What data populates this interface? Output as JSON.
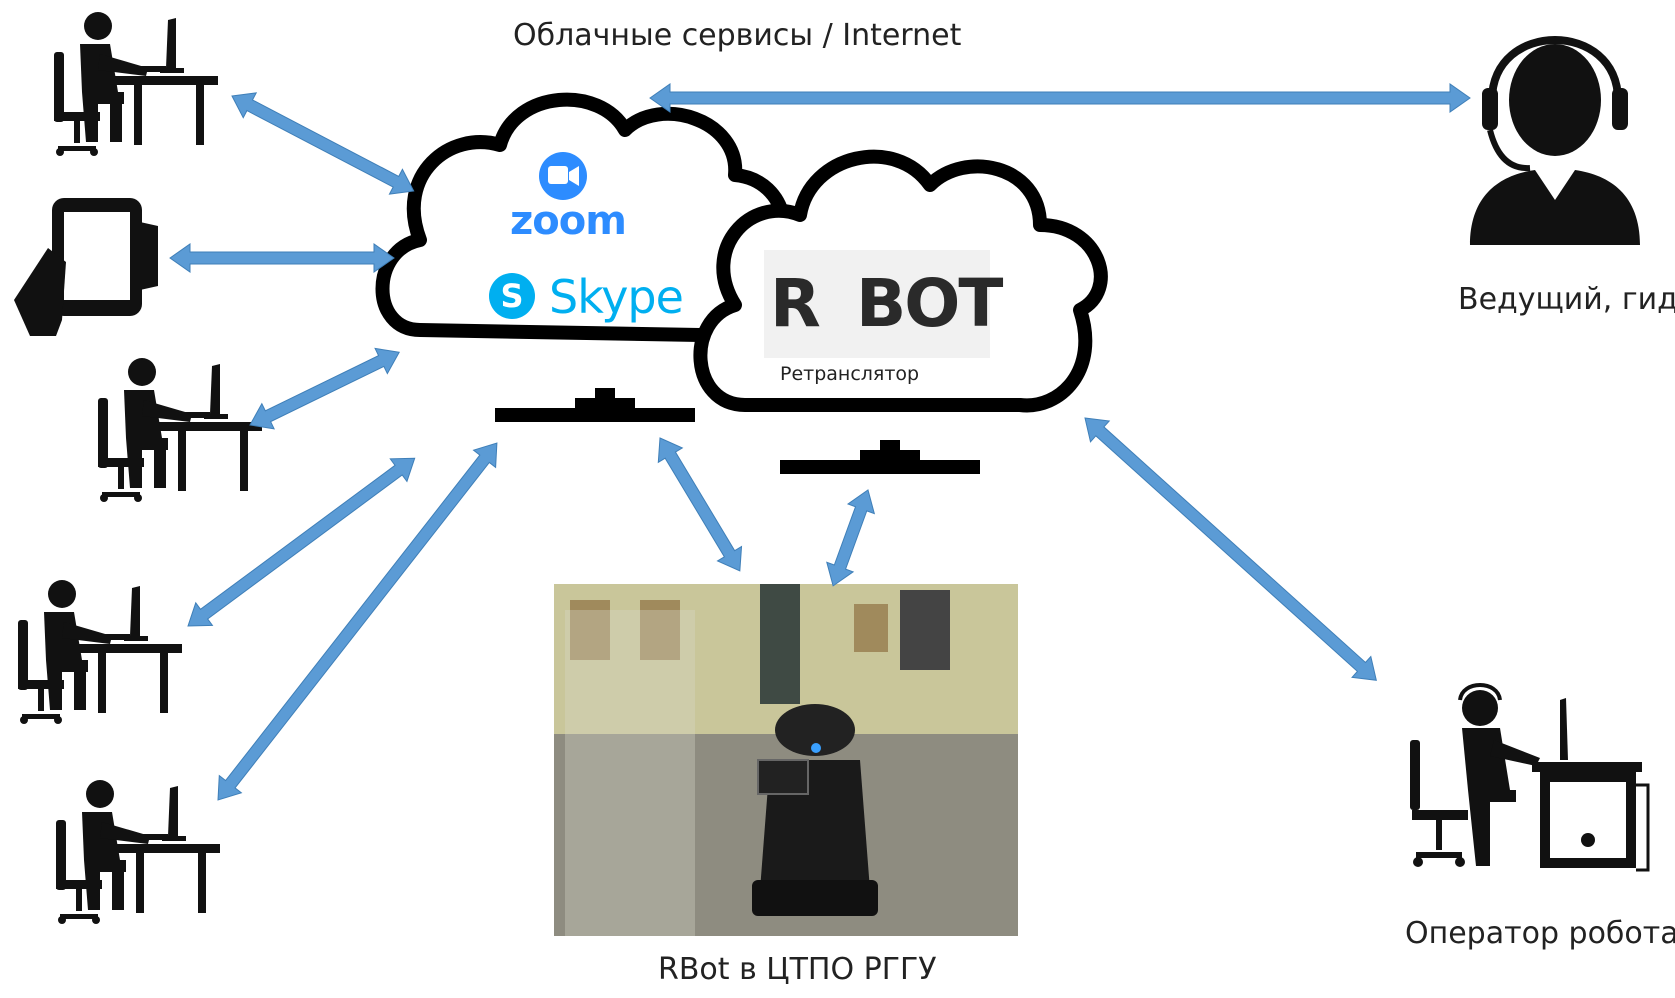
{
  "labels": {
    "cloud_services": "Облачные сервисы / Internet",
    "host": "Ведущий, гид",
    "operator": "Оператор робота",
    "robot": "RBot в ЦТПО РГГУ",
    "relay": "Ретранслятор"
  },
  "logos": {
    "zoom": "zoom",
    "skype": "Skype",
    "rbot_r": "R",
    "rbot_bot": "BOT"
  },
  "colors": {
    "arrow": "#5B9BD5",
    "zoom": "#2D8CFF",
    "skype": "#00AFF0",
    "rbot_accent": "#F7931E",
    "icon": "#111111"
  },
  "icons": [
    "user-at-desk-icon",
    "tablet-in-hand-icon",
    "headset-person-icon",
    "operator-workstation-icon",
    "network-connector-icon",
    "zoom-icon",
    "skype-icon"
  ]
}
